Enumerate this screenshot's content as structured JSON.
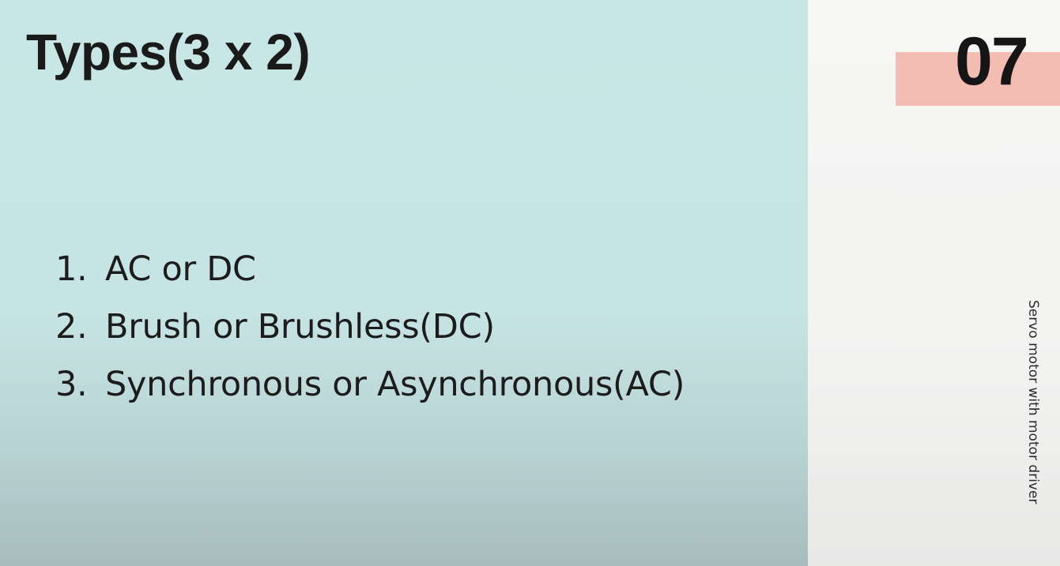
{
  "slide": {
    "title": "Types(3 x 2)",
    "items": [
      {
        "number": "1.",
        "text": "AC or DC"
      },
      {
        "number": "2.",
        "text": "Brush or Brushless(DC)"
      },
      {
        "number": "3.",
        "text": "Synchronous or Asynchronous(AC)"
      }
    ]
  },
  "sidebar": {
    "page_number": "07",
    "caption": "Servo motor with motor driver"
  },
  "colors": {
    "main_background": "#c8e6e5",
    "side_background": "#f4f4f3",
    "accent": "#f4bdb4",
    "text": "#1a1a1a"
  }
}
